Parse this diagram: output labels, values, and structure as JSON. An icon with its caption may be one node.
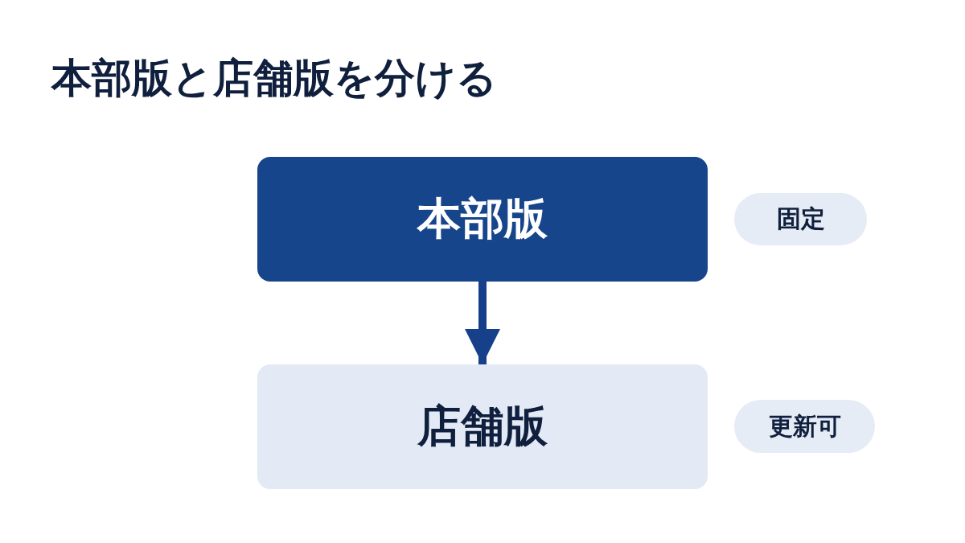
{
  "diagram": {
    "title": "本部版と店舗版を分ける",
    "nodes": [
      {
        "text": [
          "本部版"
        ]
      },
      {
        "text": [
          "店舗版"
        ]
      },
      {
        "text": [
          "固定"
        ]
      },
      {
        "text": [
          "更新可"
        ]
      }
    ],
    "edges": [
      {
        "from": 0,
        "to": 1,
        "arrow": "to"
      }
    ]
  }
}
